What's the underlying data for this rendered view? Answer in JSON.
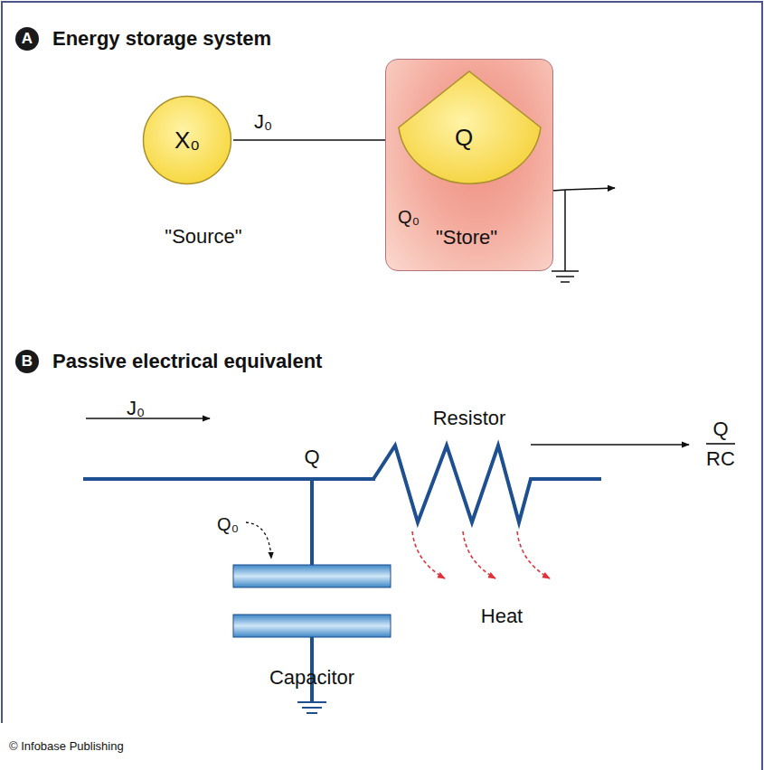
{
  "diagram": {
    "nodes": [
      {
        "text": [
          "A",
          "Energy storage system"
        ]
      },
      {
        "text": [
          "X₀",
          "\"Source\""
        ]
      },
      {
        "text": [
          "\"Store\""
        ]
      },
      {
        "text": [
          "Q"
        ],
        "in": 2
      },
      {
        "text": [
          "B",
          "Passive electrical equivalent"
        ]
      }
    ],
    "edges": [
      {
        "from": 1,
        "to": 3,
        "arrow": "to",
        "label": "J₀"
      }
    ],
    "labels": [
      "Q₀",
      "J₀",
      "Resistor",
      "Q",
      "Q",
      "RC",
      "Q₀",
      "Heat",
      "Capacitor",
      "© Infobase Publishing"
    ]
  }
}
